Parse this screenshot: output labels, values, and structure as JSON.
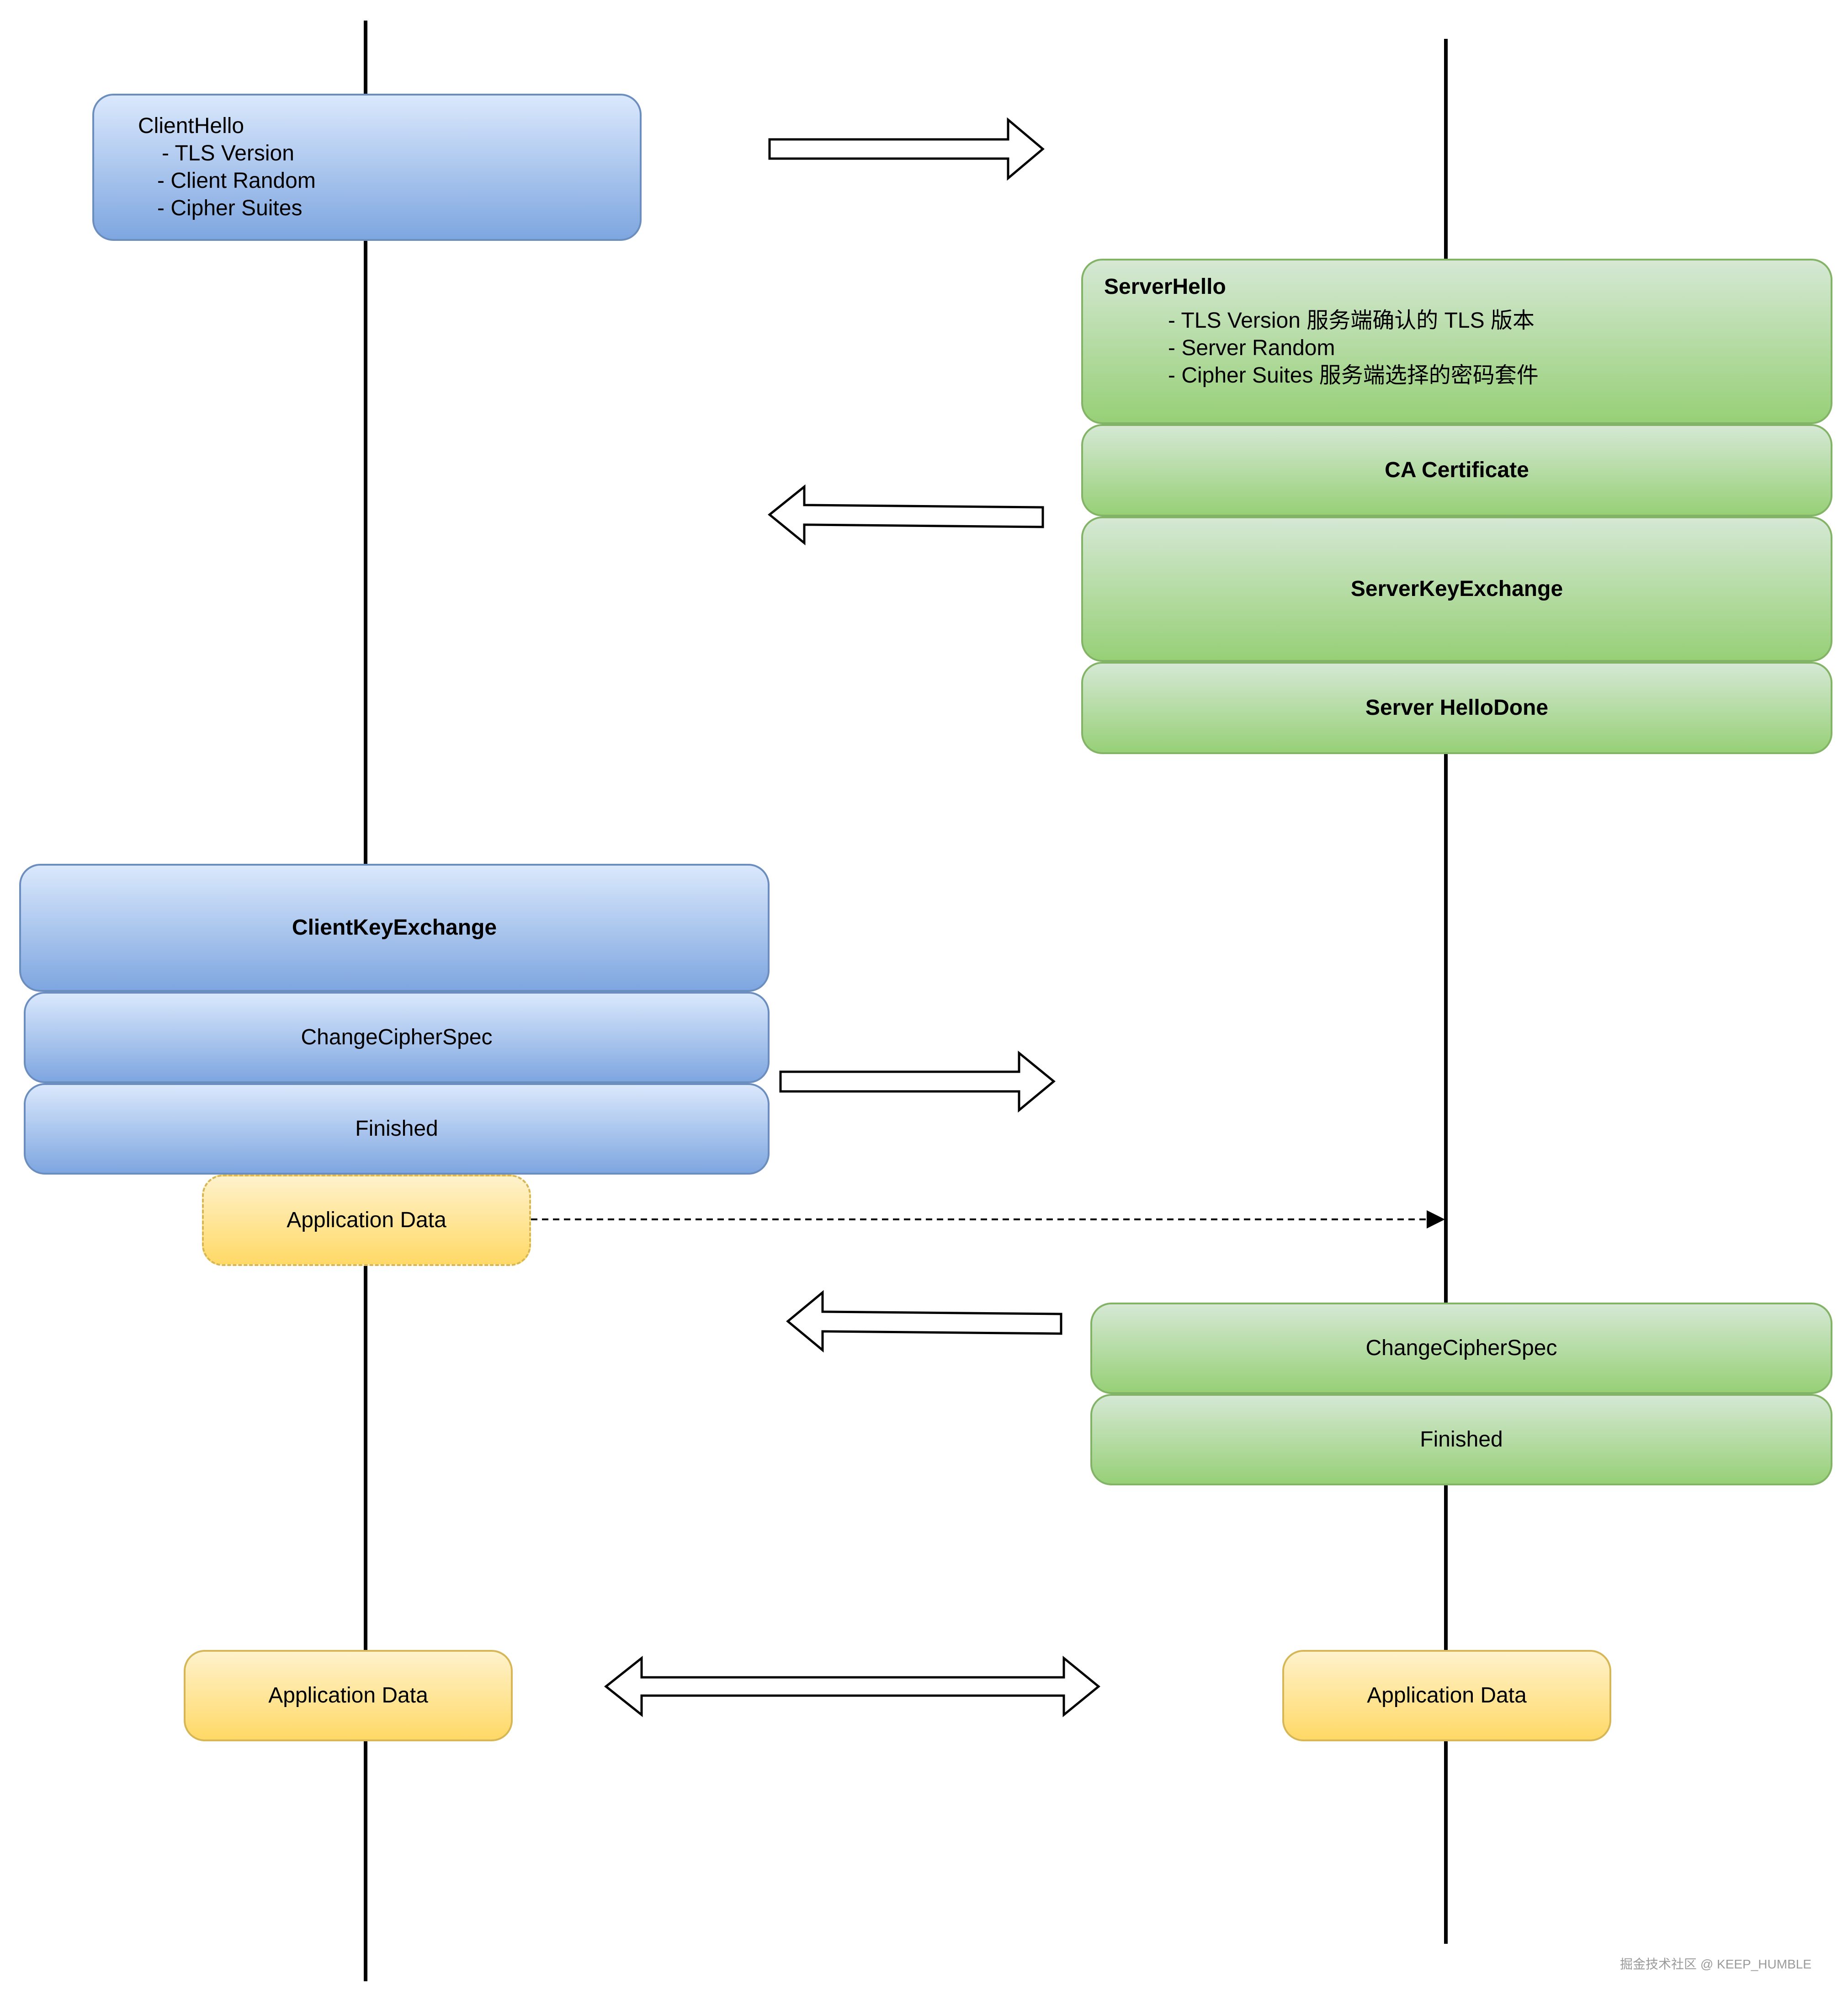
{
  "client_hello": {
    "title": "ClientHello",
    "items": [
      "- TLS Version",
      "- Client Random",
      "- Cipher Suites"
    ]
  },
  "server_hello": {
    "title": "ServerHello",
    "items": [
      "- TLS Version 服务端确认的 TLS 版本",
      "- Server Random",
      "- Cipher Suites 服务端选择的密码套件"
    ]
  },
  "server_messages": {
    "ca_certificate": "CA Certificate",
    "server_key_exchange": "ServerKeyExchange",
    "server_hello_done": "Server HelloDone"
  },
  "client_messages": {
    "client_key_exchange": "ClientKeyExchange",
    "change_cipher_spec": "ChangeCipherSpec",
    "finished": "Finished",
    "early_application_data": "Application Data"
  },
  "server_final": {
    "change_cipher_spec": "ChangeCipherSpec",
    "finished": "Finished"
  },
  "application_data": {
    "client": "Application Data",
    "server": "Application Data"
  },
  "watermark": "掘金技术社区 @ KEEP_HUMBLE",
  "colors": {
    "client_fill_top": "#dae8fc",
    "client_fill_bottom": "#7ea6e0",
    "client_stroke": "#6c8ebf",
    "server_fill_top": "#d5e8d4",
    "server_fill_bottom": "#97d077",
    "server_stroke": "#82b366",
    "data_fill_top": "#fff2cc",
    "data_fill_bottom": "#ffd966",
    "data_stroke": "#d6b656"
  }
}
